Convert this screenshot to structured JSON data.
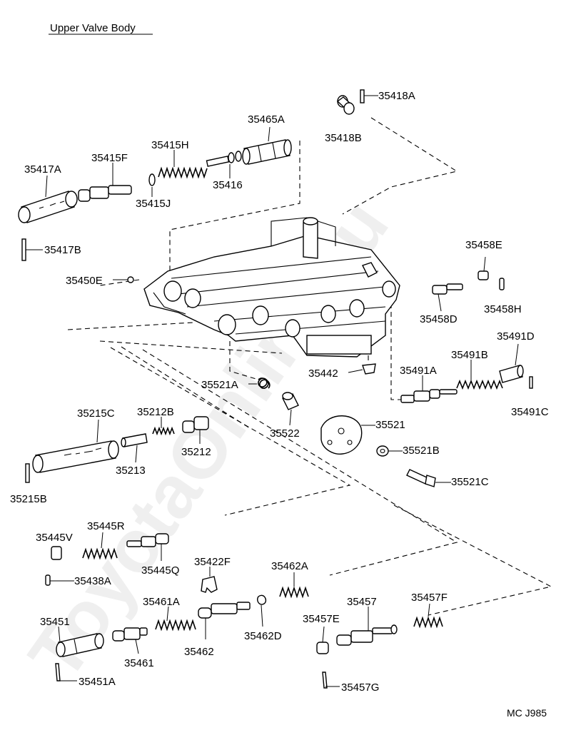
{
  "diagram": {
    "title": "Upper Valve Body",
    "watermark": "ToyotaOnline.ru",
    "footer_code": "MC J985",
    "parts": {
      "p35418A": "35418A",
      "p35418B": "35418B",
      "p35465A": "35465A",
      "p35415H": "35415H",
      "p35415F": "35415F",
      "p35417A": "35417A",
      "p35416": "35416",
      "p35415J": "35415J",
      "p35417B": "35417B",
      "p35450E": "35450E",
      "p35458E": "35458E",
      "p35458D": "35458D",
      "p35458H": "35458H",
      "p35491D": "35491D",
      "p35491B": "35491B",
      "p35491A": "35491A",
      "p35491C": "35491C",
      "p35442": "35442",
      "p35521A": "35521A",
      "p35522": "35522",
      "p35521": "35521",
      "p35521B": "35521B",
      "p35521C": "35521C",
      "p35215C": "35215C",
      "p35212B": "35212B",
      "p35212": "35212",
      "p35213": "35213",
      "p35215B": "35215B",
      "p35445V": "35445V",
      "p35445R": "35445R",
      "p35445Q": "35445Q",
      "p35438A": "35438A",
      "p35422F": "35422F",
      "p35462A": "35462A",
      "p35461A": "35461A",
      "p35462D": "35462D",
      "p35457": "35457",
      "p35457F": "35457F",
      "p35451": "35451",
      "p35461": "35461",
      "p35462": "35462",
      "p35457E": "35457E",
      "p35451A": "35451A",
      "p35457G": "35457G"
    }
  }
}
